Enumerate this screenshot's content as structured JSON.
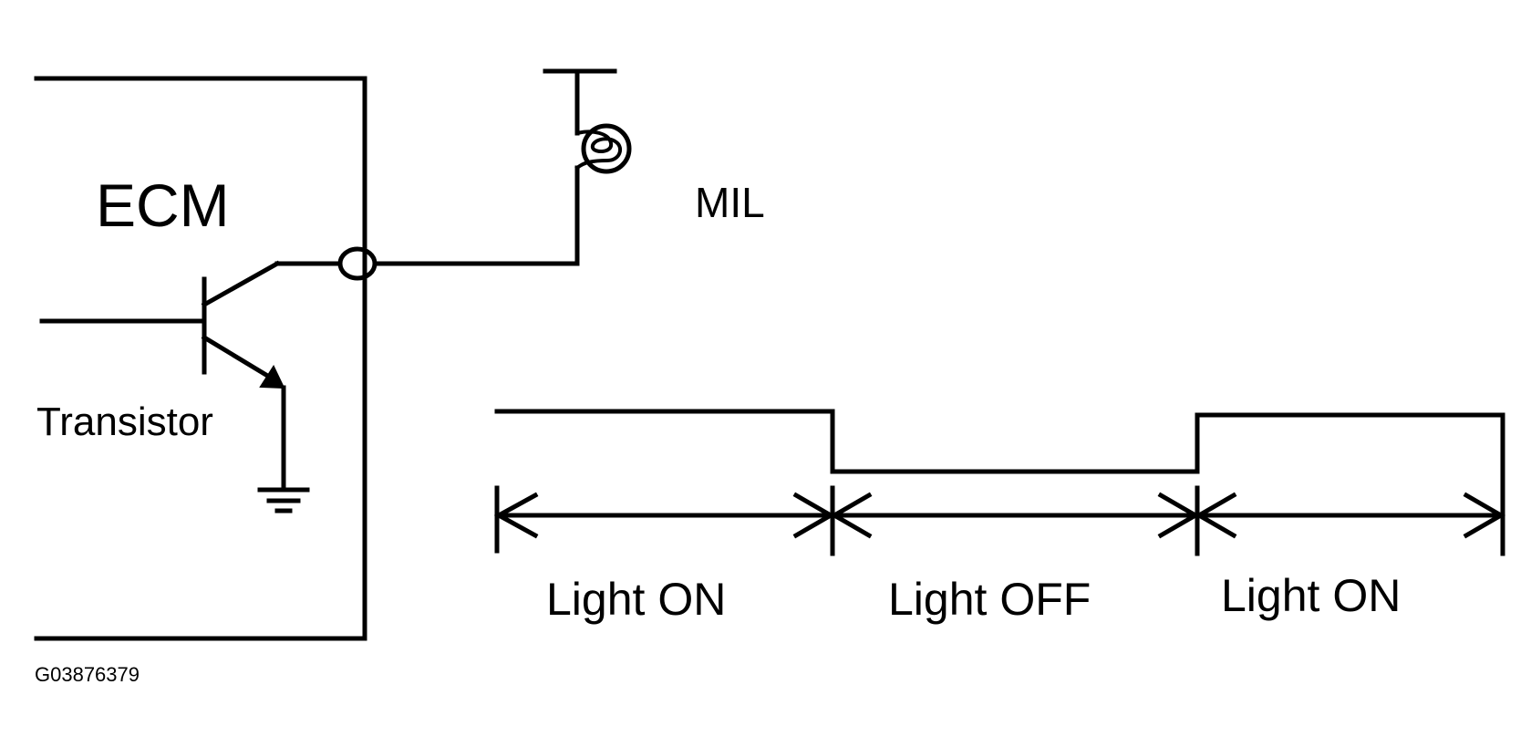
{
  "labels": {
    "ecm": "ECM",
    "mil": "MIL",
    "transistor": "Transistor",
    "figure_code": "G03876379"
  },
  "phases": [
    {
      "label": "Light ON",
      "state": "on"
    },
    {
      "label": "Light OFF",
      "state": "off"
    },
    {
      "label": "Light ON",
      "state": "on"
    }
  ],
  "icons": {
    "lamp": "mil-lamp-icon",
    "ground": "ground-icon",
    "transistor": "npn-transistor-icon"
  }
}
